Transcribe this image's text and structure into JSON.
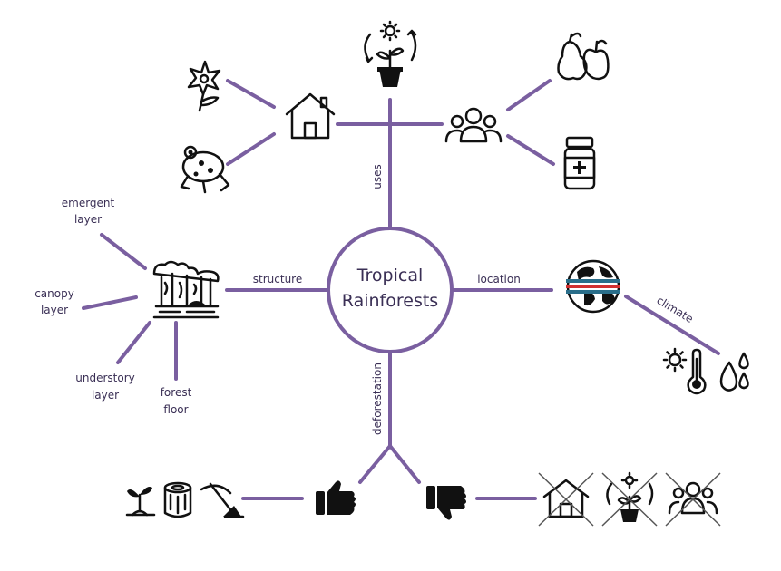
{
  "hub": {
    "line1": "Tropical",
    "line2": "Rainforests"
  },
  "branches": {
    "uses": "uses",
    "structure": "structure",
    "location": "location",
    "climate": "climate",
    "deforestation": "deforestation"
  },
  "layers": {
    "emergent": [
      "emergent",
      "layer"
    ],
    "canopy": [
      "canopy",
      "layer"
    ],
    "understory": [
      "understory",
      "layer"
    ],
    "forest_floor": [
      "forest",
      "floor"
    ]
  },
  "icons": {
    "uses": [
      "flower-icon",
      "frog-icon",
      "house-icon",
      "plant-sun-cycle-icon",
      "people-icon",
      "fruit-icon",
      "medicine-bottle-icon"
    ],
    "structure": [
      "rainforest-layers-icon"
    ],
    "location": [
      "globe-equator-icon",
      "sun-icon",
      "thermometer-icon",
      "rain-drops-icon"
    ],
    "deforestation_pro": [
      "thumbs-up-icon",
      "seedling-icon",
      "log-icon",
      "pickaxe-icon"
    ],
    "deforestation_con": [
      "thumbs-down-icon",
      "crossed-house-icon",
      "crossed-plant-icon",
      "crossed-people-icon"
    ]
  },
  "colors": {
    "branch": "#7a5fa0",
    "text": "#3a2f55",
    "equator": "#d23030",
    "tropics": "#2a6e8a"
  }
}
